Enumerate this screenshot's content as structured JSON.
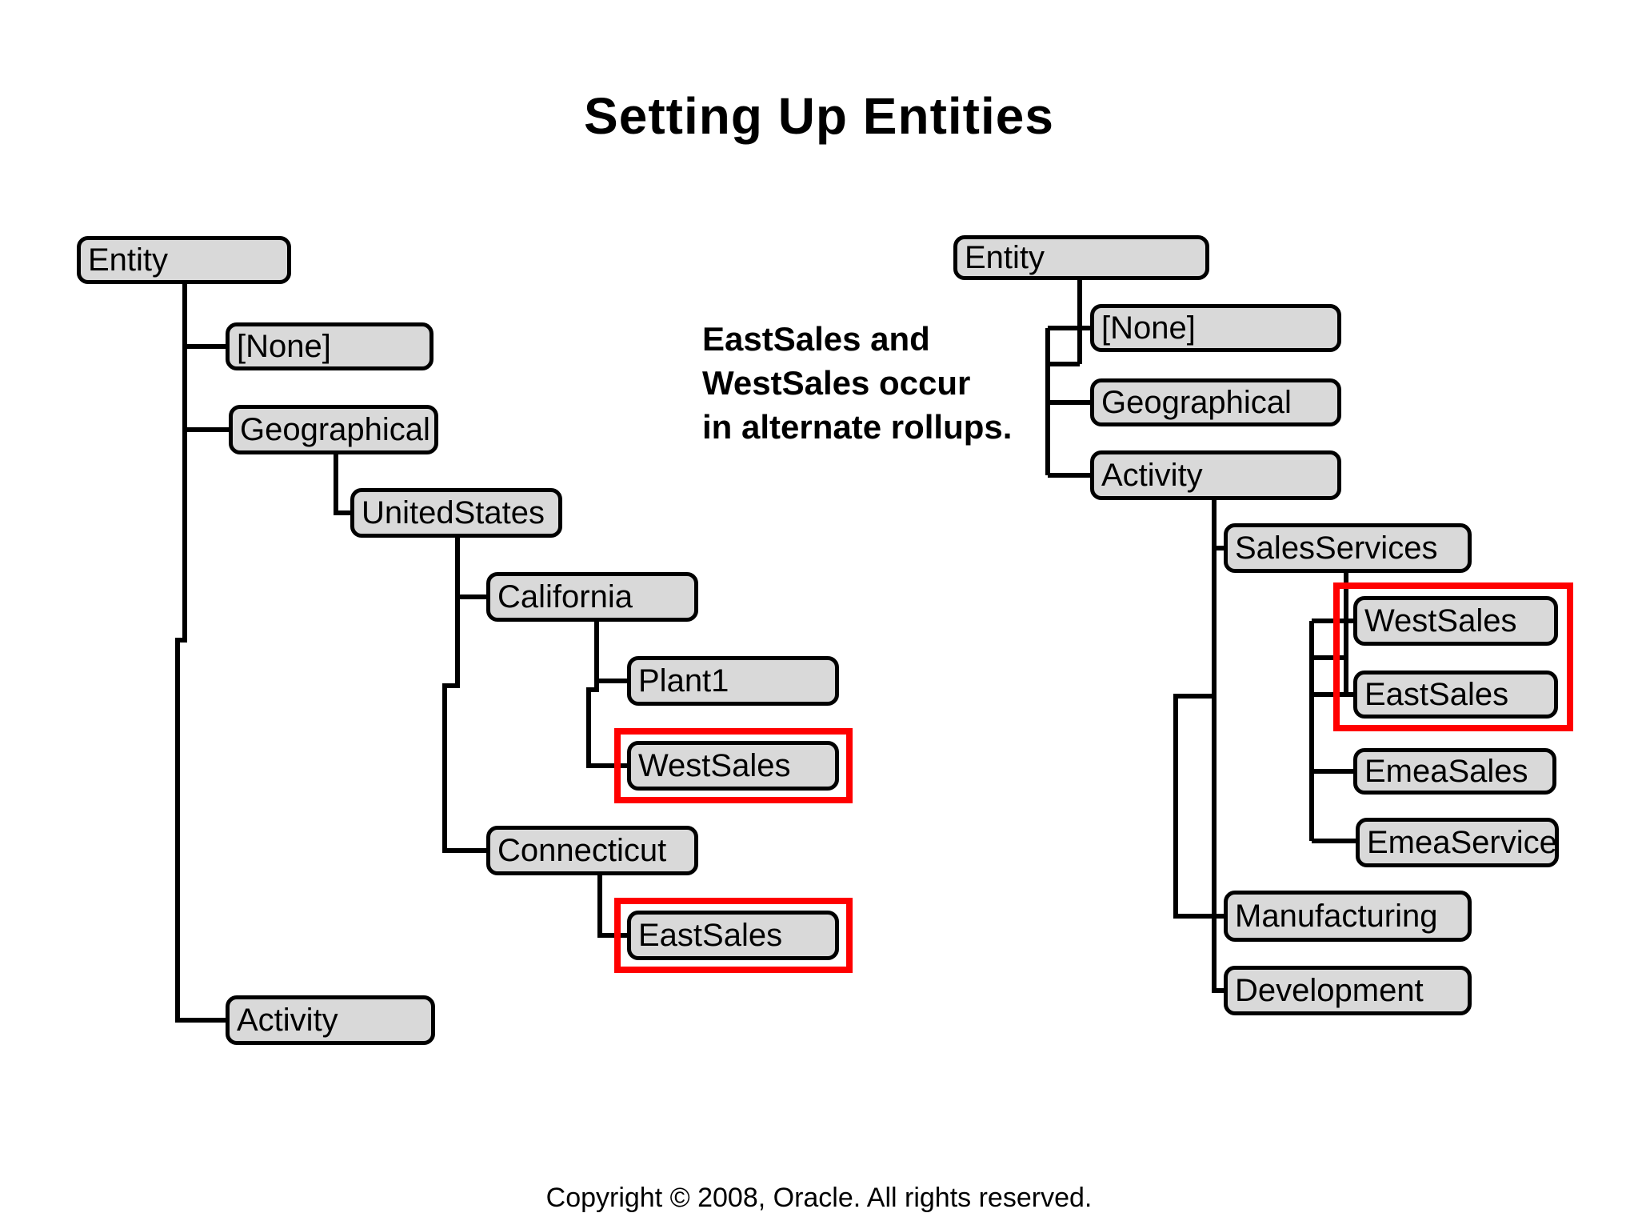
{
  "title": "Setting Up Entities",
  "annotation": {
    "lines": [
      "EastSales and",
      "WestSales occur",
      "in alternate rollups."
    ]
  },
  "copyright": "Copyright © 2008, Oracle. All rights reserved.",
  "colors": {
    "background": "#ffffff",
    "box_fill": "#d9d9d9",
    "box_border": "#000000",
    "connector": "#000000",
    "highlight": "#ff0000",
    "text": "#000000"
  },
  "left_tree": {
    "entity": "Entity",
    "none": "[None]",
    "geographical": "Geographical",
    "united_states": "UnitedStates",
    "california": "California",
    "plant1": "Plant1",
    "west_sales": "WestSales",
    "connecticut": "Connecticut",
    "east_sales": "EastSales",
    "activity": "Activity"
  },
  "right_tree": {
    "entity": "Entity",
    "none": "[None]",
    "geographical": "Geographical",
    "activity": "Activity",
    "sales_services": "SalesServices",
    "west_sales": "WestSales",
    "east_sales": "EastSales",
    "emea_sales": "EmeaSales",
    "emea_service": "EmeaService",
    "manufacturing": "Manufacturing",
    "development": "Development"
  }
}
